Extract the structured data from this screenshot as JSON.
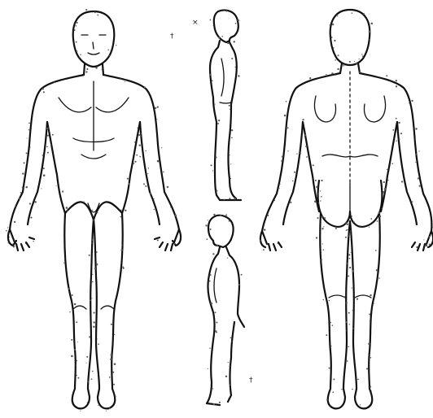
{
  "diagram": {
    "views": [
      "front",
      "side-right",
      "side-left",
      "back"
    ]
  },
  "marks": {
    "glyph_a": "×",
    "glyph_b": "†"
  },
  "colors": {
    "line": "#111111",
    "background": "#ffffff",
    "speckle": "#5a5a5a"
  }
}
